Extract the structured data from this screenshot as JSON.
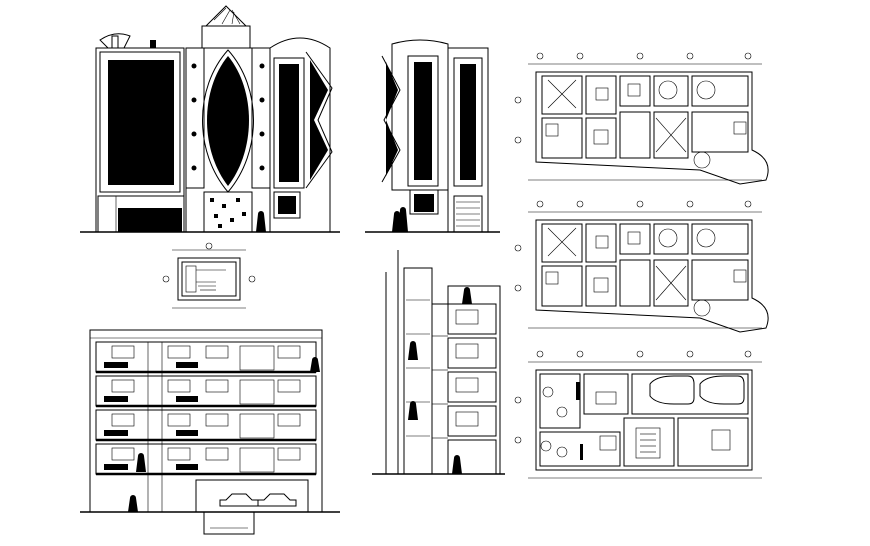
{
  "colors": {
    "ink": "#000000",
    "paper": "#ffffff"
  },
  "sheet": {
    "drawings": [
      "front-elevation",
      "side-elevation",
      "floor-plan-upper-1",
      "floor-plan-upper-2",
      "floor-plan-ground",
      "stair-core-detail",
      "front-section",
      "side-section"
    ]
  }
}
